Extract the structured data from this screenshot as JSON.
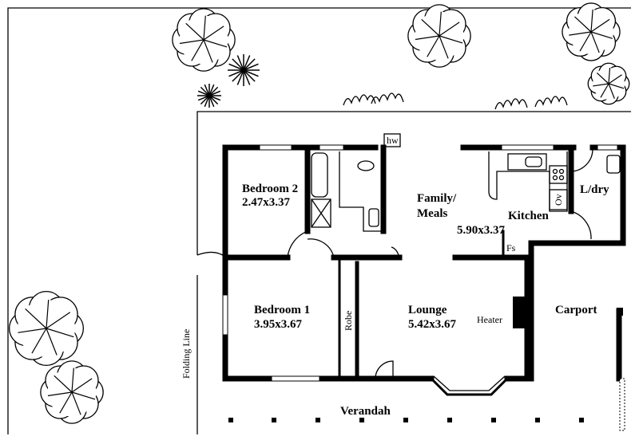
{
  "plan": {
    "rooms": [
      {
        "id": "bedroom2",
        "name": "Bedroom 2",
        "size": "2.47x3.37"
      },
      {
        "id": "family",
        "name_line1": "Family/",
        "name_line2": "Meals"
      },
      {
        "id": "kitchen",
        "name": "Kitchen",
        "size": "5.90x3.37"
      },
      {
        "id": "laundry",
        "name": "L/dry"
      },
      {
        "id": "bedroom1",
        "name": "Bedroom 1",
        "size": "3.95x3.67"
      },
      {
        "id": "lounge",
        "name": "Lounge",
        "size": "5.42x3.67"
      },
      {
        "id": "carport",
        "name": "Carport"
      },
      {
        "id": "verandah",
        "name": "Verandah"
      },
      {
        "id": "robe",
        "name": "Robe"
      }
    ],
    "fixtures": {
      "hot_water": "hw",
      "fridge_space": "Fs",
      "heater": "Heater",
      "oven": "Ov"
    },
    "site": {
      "folding_line": "Folding Line"
    }
  }
}
